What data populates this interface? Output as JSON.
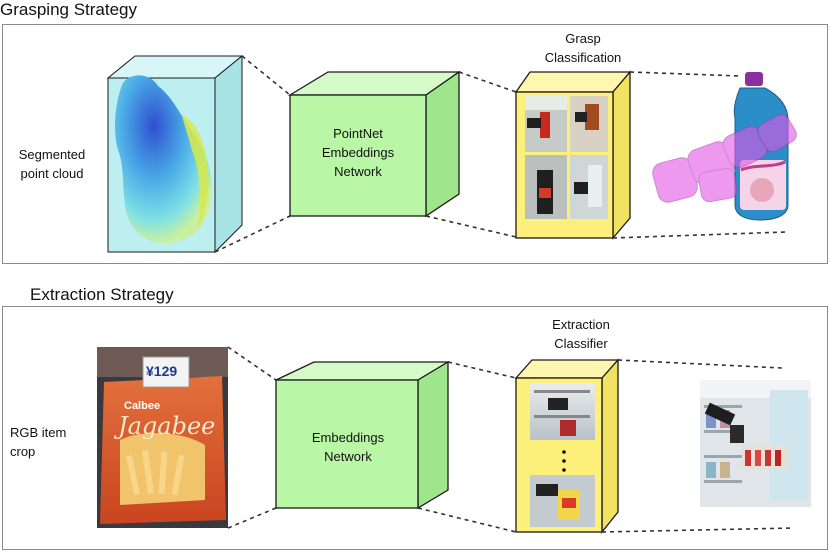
{
  "grasping": {
    "section_title": "Grasping Strategy",
    "input_label_line1": "Segmented",
    "input_label_line2": "point cloud",
    "network_line1": "PointNet",
    "network_line2": "Embeddings",
    "network_line3": "Network",
    "classifier_label_line1": "Grasp",
    "classifier_label_line2": "Classification"
  },
  "extraction": {
    "section_title": "Extraction Strategy",
    "input_label_line1": "RGB item",
    "input_label_line2": "crop",
    "network_line1": "Embeddings",
    "network_line2": "Network",
    "classifier_label_line1": "Extraction",
    "classifier_label_line2": "Classifier",
    "product_price": "¥129",
    "product_brand": "Calbee",
    "product_name": "Jagabee"
  },
  "colors": {
    "cube_green": "#b9f7a6",
    "classifier_yellow": "#fdf07a",
    "pointcloud_box": "#bdeef0",
    "panel_border": "#8a8a8a"
  }
}
